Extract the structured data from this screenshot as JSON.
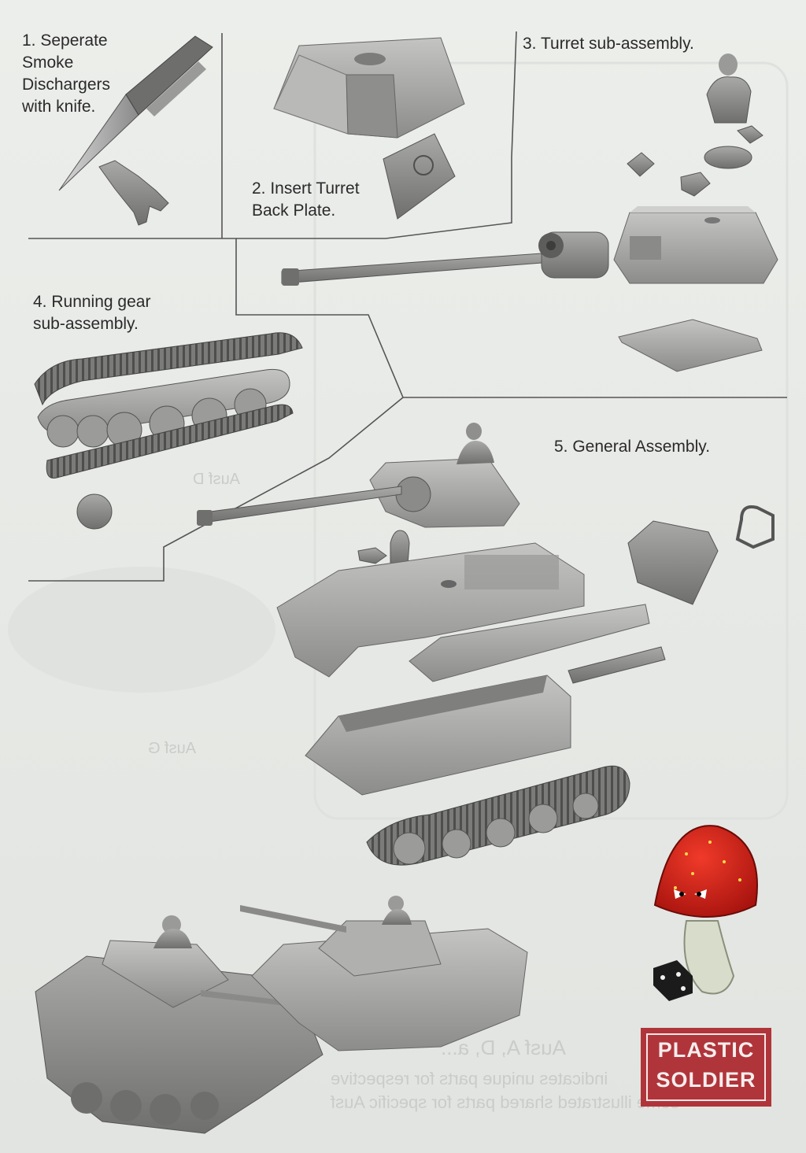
{
  "steps": [
    {
      "label": "1. Seperate Smoke Dischargers with knife."
    },
    {
      "label": "2. Insert Turret Back Plate."
    },
    {
      "label": "3. Turret sub-assembly."
    },
    {
      "label": "4. Running gear sub-assembly."
    },
    {
      "label": "5. General Assembly."
    }
  ],
  "step1": {
    "line1": "1. Seperate",
    "line2": "Smoke",
    "line3": "Dischargers",
    "line4": "with knife."
  },
  "step2": {
    "line1": "2. Insert Turret",
    "line2": "Back Plate."
  },
  "step3": {
    "line1": "3. Turret sub-assembly."
  },
  "step4": {
    "line1": "4. Running gear",
    "line2": "sub-assembly."
  },
  "step5": {
    "line1": "5. General Assembly."
  },
  "ghost_text": {
    "a": "Ausf G",
    "b": "Ausf D",
    "c": "Ausf A, D, a...",
    "d": "indicates unique parts for respective",
    "e": "some illustrated shared parts for specific Ausf"
  },
  "logo": {
    "line1": "PLASTIC",
    "line2": "SOLDIER",
    "color": "#b0353a"
  },
  "icons": [
    "hobby-knife-icon",
    "mascot-mushroom-icon",
    "die-icon"
  ]
}
